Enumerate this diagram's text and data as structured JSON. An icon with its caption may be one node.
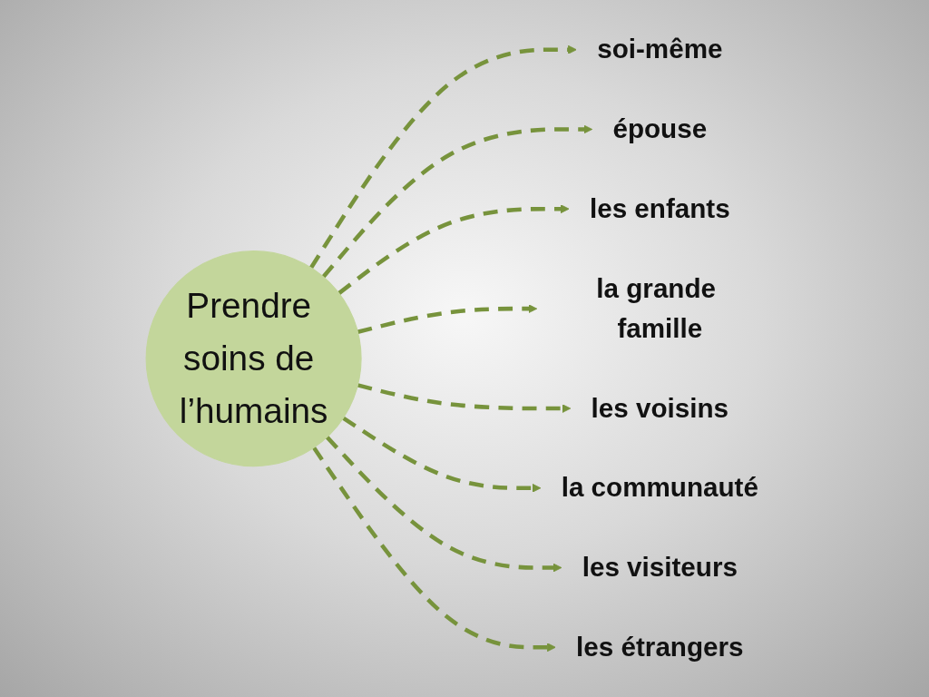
{
  "diagram": {
    "nodes": [
      {
        "text": [
          "Prendre soins de l’humains"
        ]
      },
      {
        "text": [
          "soi-même"
        ]
      },
      {
        "text": [
          "épouse"
        ]
      },
      {
        "text": [
          "les enfants"
        ]
      },
      {
        "text": [
          "la grande famille"
        ]
      },
      {
        "text": [
          "les voisins"
        ]
      },
      {
        "text": [
          "la communauté"
        ]
      },
      {
        "text": [
          "les visiteurs"
        ]
      },
      {
        "text": [
          "les étrangers"
        ]
      }
    ],
    "edges": [
      {
        "from": 0,
        "to": 1,
        "arrow": "to",
        "style": "dashed"
      },
      {
        "from": 0,
        "to": 2,
        "arrow": "to",
        "style": "dashed"
      },
      {
        "from": 0,
        "to": 3,
        "arrow": "to",
        "style": "dashed"
      },
      {
        "from": 0,
        "to": 4,
        "arrow": "to",
        "style": "dashed"
      },
      {
        "from": 0,
        "to": 5,
        "arrow": "to",
        "style": "dashed"
      },
      {
        "from": 0,
        "to": 6,
        "arrow": "to",
        "style": "dashed"
      },
      {
        "from": 0,
        "to": 7,
        "arrow": "to",
        "style": "dashed"
      },
      {
        "from": 0,
        "to": 8,
        "arrow": "to",
        "style": "dashed"
      }
    ]
  }
}
